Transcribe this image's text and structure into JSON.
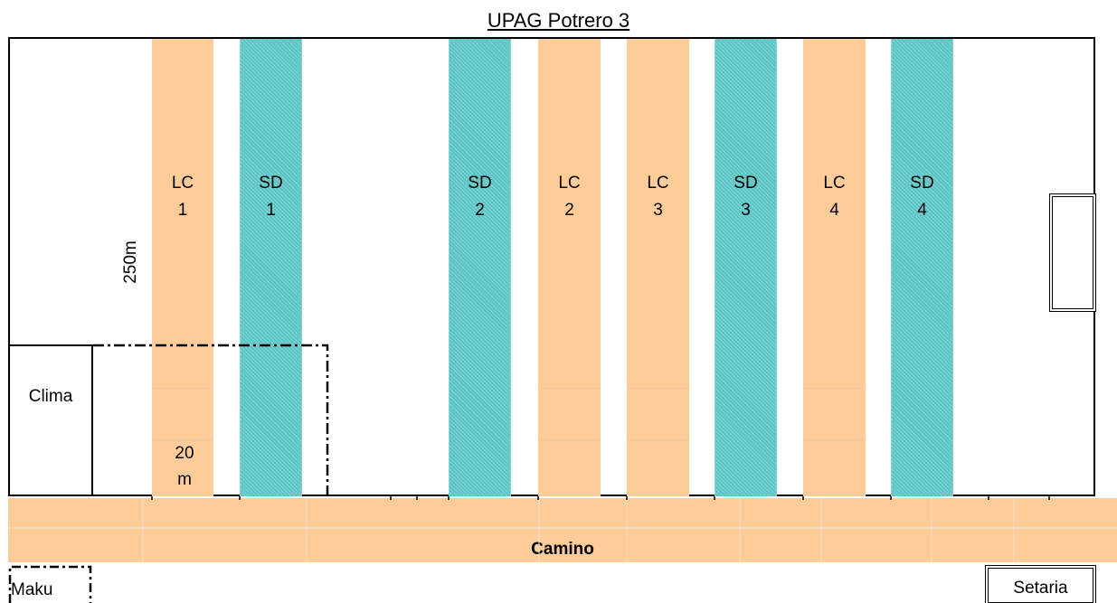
{
  "title": "UPAG Potrero 3",
  "colors": {
    "lc_fill": "#fdcc99",
    "sd_fill": "#5ac5c4",
    "road_fill": "#fdcc99",
    "outline": "#000000"
  },
  "strips": [
    {
      "id": "lc-1",
      "type": "LC",
      "line1": "LC",
      "line2": "1"
    },
    {
      "id": "sd-1",
      "type": "SD",
      "line1": "SD",
      "line2": "1"
    },
    {
      "id": "sd-2",
      "type": "SD",
      "line1": "SD",
      "line2": "2"
    },
    {
      "id": "lc-2",
      "type": "LC",
      "line1": "LC",
      "line2": "2"
    },
    {
      "id": "lc-3",
      "type": "LC",
      "line1": "LC",
      "line2": "3"
    },
    {
      "id": "sd-3",
      "type": "SD",
      "line1": "SD",
      "line2": "3"
    },
    {
      "id": "lc-4",
      "type": "LC",
      "line1": "LC",
      "line2": "4"
    },
    {
      "id": "sd-4",
      "type": "SD",
      "line1": "SD",
      "line2": "4"
    }
  ],
  "dimensions": {
    "length": "250m",
    "width_line1": "20",
    "width_line2": "m"
  },
  "areas": {
    "clima": "Clima",
    "camino": "Camino",
    "maku": "Maku",
    "setaria": "Setaria"
  }
}
